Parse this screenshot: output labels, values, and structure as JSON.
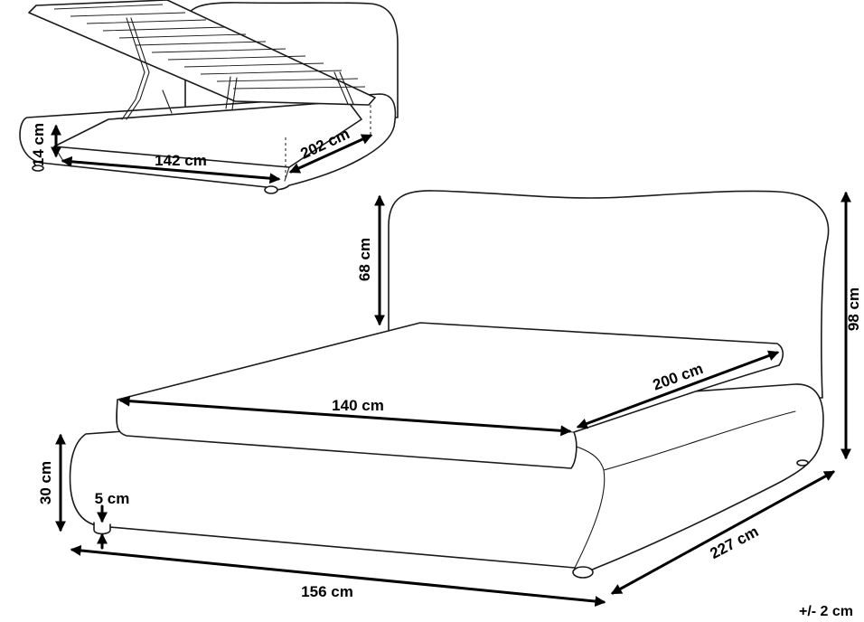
{
  "dimensions": {
    "storage_width": "142 cm",
    "storage_length": "202 cm",
    "storage_depth": "14 cm",
    "headboard_height": "68 cm",
    "mattress_width": "140 cm",
    "mattress_length": "200 cm",
    "total_height": "98 cm",
    "frame_height": "30 cm",
    "leg_height": "5 cm",
    "total_width": "156 cm",
    "total_length": "227 cm"
  },
  "tolerance": "+/- 2 cm"
}
